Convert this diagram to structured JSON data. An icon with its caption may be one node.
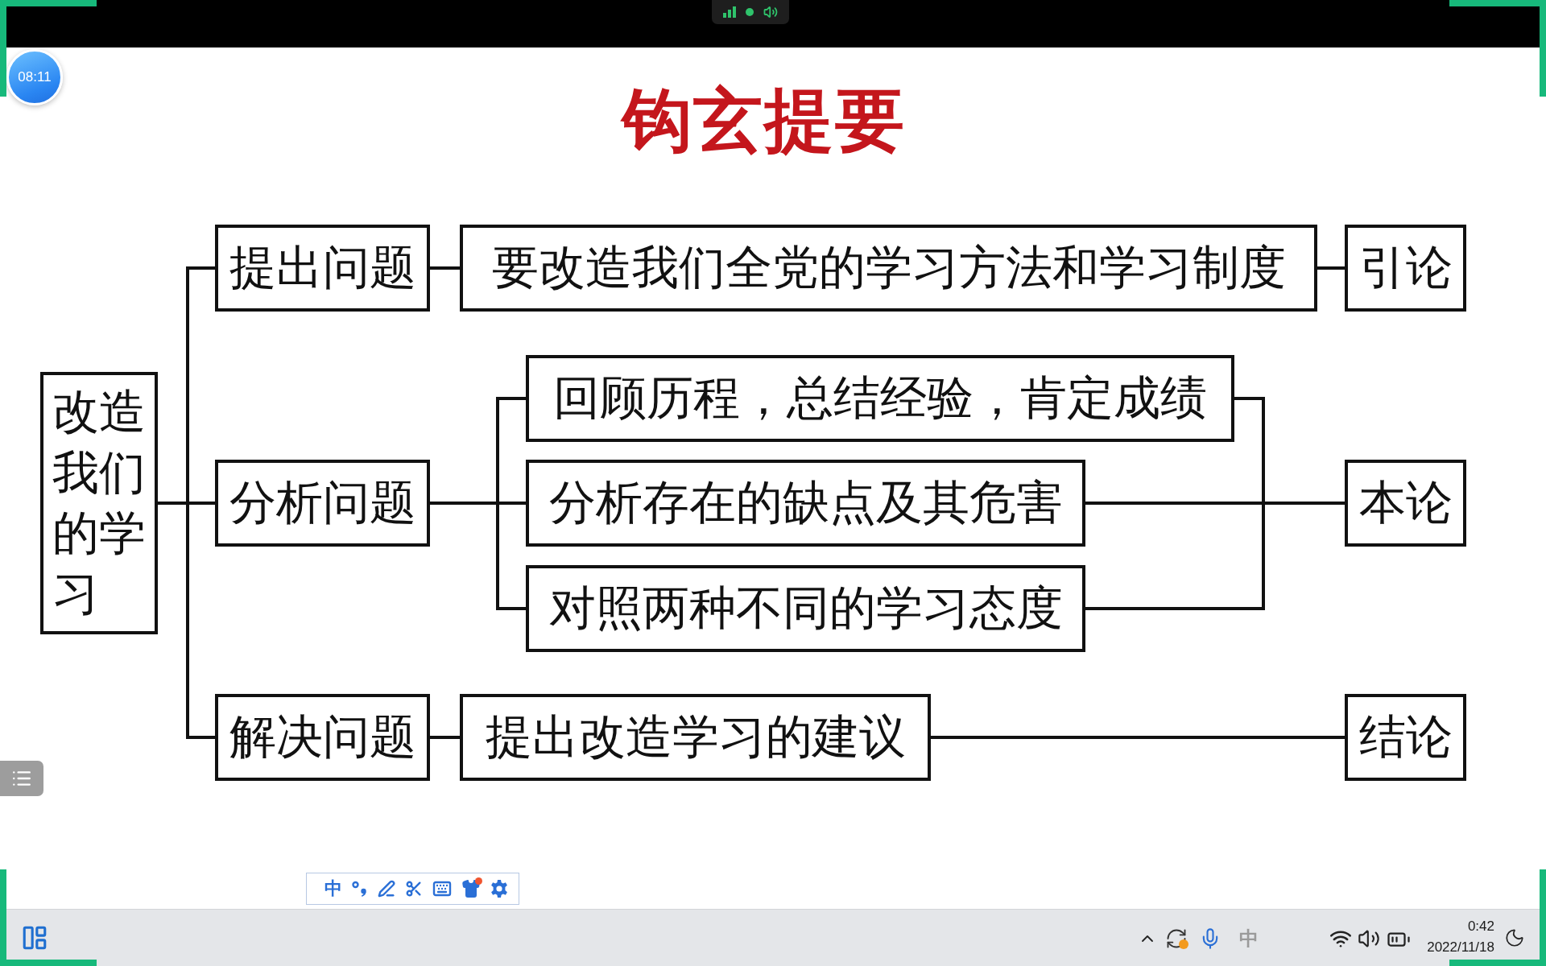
{
  "diagram": {
    "title": "钩玄提要",
    "nodes": [
      {
        "text": [
          "改造我们的学习"
        ]
      },
      {
        "text": [
          "提出问题"
        ]
      },
      {
        "text": [
          "要改造我们全党的学习方法和学习制度"
        ]
      },
      {
        "text": [
          "引论"
        ]
      },
      {
        "text": [
          "分析问题"
        ]
      },
      {
        "text": [
          "回顾历程，总结经验，肯定成绩"
        ]
      },
      {
        "text": [
          "分析存在的缺点及其危害"
        ]
      },
      {
        "text": [
          "对照两种不同的学习态度"
        ]
      },
      {
        "text": [
          "本论"
        ]
      },
      {
        "text": [
          "解决问题"
        ]
      },
      {
        "text": [
          "提出改造学习的建议"
        ]
      },
      {
        "text": [
          "结论"
        ]
      }
    ],
    "edges": [
      {
        "from": 0,
        "to": 1,
        "arrow": "none"
      },
      {
        "from": 0,
        "to": 4,
        "arrow": "none"
      },
      {
        "from": 0,
        "to": 9,
        "arrow": "none"
      },
      {
        "from": 1,
        "to": 2,
        "arrow": "none"
      },
      {
        "from": 2,
        "to": 3,
        "arrow": "none"
      },
      {
        "from": 4,
        "to": 5,
        "arrow": "none"
      },
      {
        "from": 4,
        "to": 6,
        "arrow": "none"
      },
      {
        "from": 4,
        "to": 7,
        "arrow": "none"
      },
      {
        "from": 5,
        "to": 8,
        "arrow": "none"
      },
      {
        "from": 6,
        "to": 8,
        "arrow": "none"
      },
      {
        "from": 7,
        "to": 8,
        "arrow": "none"
      },
      {
        "from": 9,
        "to": 10,
        "arrow": "none"
      },
      {
        "from": 10,
        "to": 11,
        "arrow": "none"
      }
    ],
    "labels": [
      "08:11",
      "中",
      "中",
      "0:42",
      "2022/11/18"
    ]
  }
}
